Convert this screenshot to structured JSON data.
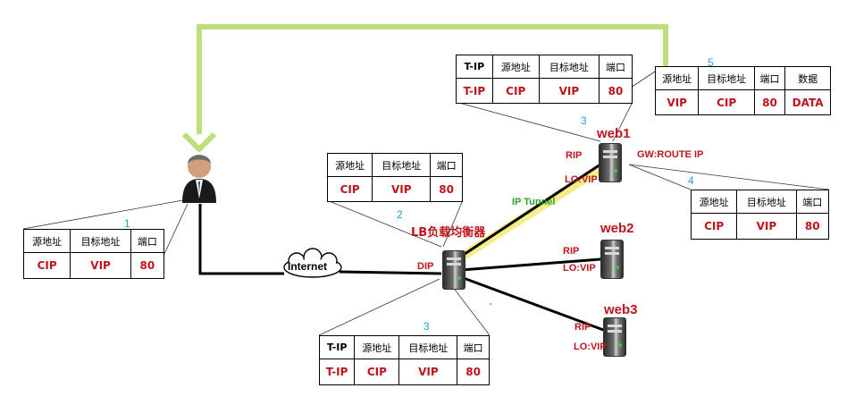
{
  "labels": {
    "internet": "Internet",
    "lb": "LB负载均衡器",
    "dip": "DIP",
    "ip_tunnel": "IP Tunnel",
    "web1": "web1",
    "web2": "web2",
    "web3": "web3",
    "rip": "RIP",
    "lovip": "LO:VIP",
    "gw": "GW:ROUTE IP"
  },
  "steps": {
    "s1": "1",
    "s2": "2",
    "s3a": "3",
    "s3b": "3",
    "s4": "4",
    "s5": "5"
  },
  "tables": {
    "t1": {
      "headers": [
        "源地址",
        "目标地址",
        "端口"
      ],
      "values": [
        "CIP",
        "VIP",
        "80"
      ]
    },
    "t2": {
      "headers": [
        "源地址",
        "目标地址",
        "端口"
      ],
      "values": [
        "CIP",
        "VIP",
        "80"
      ]
    },
    "t3": {
      "headers": [
        "T-IP",
        "源地址",
        "目标地址",
        "端口"
      ],
      "values": [
        "T-IP",
        "CIP",
        "VIP",
        "80"
      ]
    },
    "t4": {
      "headers": [
        "T-IP",
        "源地址",
        "目标地址",
        "端口"
      ],
      "values": [
        "T-IP",
        "CIP",
        "VIP",
        "80"
      ]
    },
    "t5": {
      "headers": [
        "源地址",
        "目标地址",
        "端口"
      ],
      "values": [
        "CIP",
        "VIP",
        "80"
      ]
    },
    "t6": {
      "headers": [
        "源地址",
        "目标地址",
        "端口",
        "数据"
      ],
      "values": [
        "VIP",
        "CIP",
        "80",
        "DATA"
      ]
    }
  },
  "colors": {
    "return_path": "#bde07a",
    "red_text": "#c0141c",
    "step_number": "#1fa0d8",
    "tunnel_glow": "#f4ee8a",
    "tunnel_text": "#2da02d"
  },
  "icons": [
    "user-icon",
    "internet-cloud-icon",
    "server-icon"
  ]
}
